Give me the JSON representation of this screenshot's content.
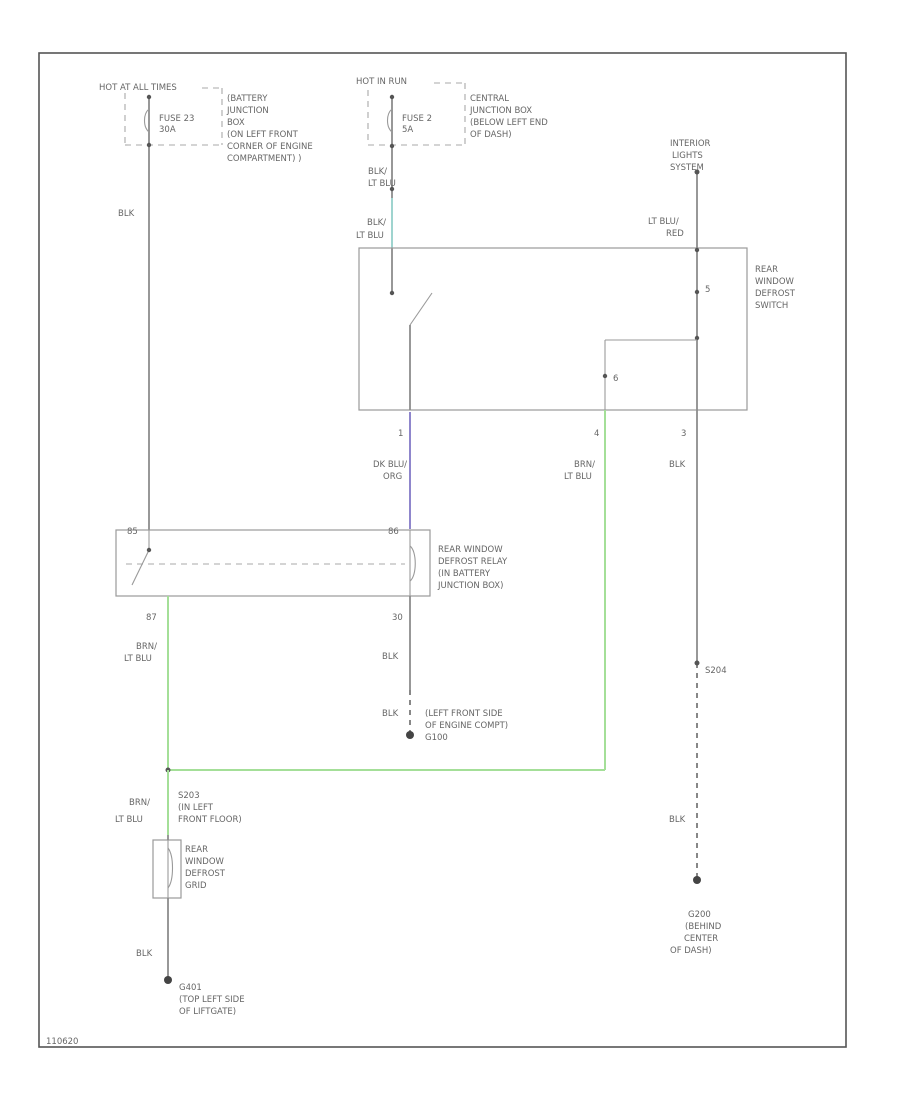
{
  "colors": {
    "frame": "#555555",
    "wire_default": "#8c8c8c",
    "wire_lt_blu": "#9fd4cf",
    "wire_dk_blu_org": "#8f86cc",
    "wire_brn_lt_blu": "#a4df98",
    "wire_blk": "#6e6e6e",
    "text": "#666666"
  },
  "labels": {
    "hot_at_all_times": "HOT AT ALL TIMES",
    "fuse_23": "FUSE 23",
    "fuse_23_amps": "30A",
    "battery_junction_box": "(BATTERY",
    "battery_junction_box_2": "JUNCTION",
    "battery_junction_box_3": "BOX",
    "battery_junction_box_4": "(ON LEFT FRONT",
    "battery_junction_box_5": "CORNER OF ENGINE",
    "battery_junction_box_6": "COMPARTMENT) )",
    "hot_in_run": "HOT IN RUN",
    "fuse_2": "FUSE 2",
    "fuse_2_amps": "5A",
    "central_junction_box": "CENTRAL",
    "central_junction_box_2": "JUNCTION BOX",
    "central_junction_box_3": "(BELOW LEFT END",
    "central_junction_box_4": "OF DASH)",
    "blk_lt_blu_a": "BLK/",
    "blk_lt_blu_b": "LT BLU",
    "blk_lt_blu_c": "BLK/",
    "blk_lt_blu_d": "LT BLU",
    "interior_lights": "INTERIOR",
    "interior_lights_2": "LIGHTS",
    "interior_lights_3": "SYSTEM",
    "lt_blu_red_a": "LT BLU/",
    "lt_blu_red_b": "RED",
    "rear_window_switch": "REAR",
    "rear_window_switch_2": "WINDOW",
    "rear_window_switch_3": "DEFROST",
    "rear_window_switch_4": "SWITCH",
    "pin_5": "5",
    "pin_6": "6",
    "pin_1": "1",
    "pin_4": "4",
    "pin_3": "3",
    "dk_blu_org_a": "DK BLU/",
    "dk_blu_org_b": "ORG",
    "brn_lt_blu_a": "BRN/",
    "brn_lt_blu_b": "LT BLU",
    "blk_right": "BLK",
    "blk_left": "BLK",
    "relay_label": "REAR WINDOW",
    "relay_label_2": "DEFROST RELAY",
    "relay_label_3": "(IN BATTERY",
    "relay_label_4": "JUNCTION BOX)",
    "pin_87": "87",
    "pin_85": "85",
    "pin_86": "86",
    "pin_30": "30",
    "blk_relay": "BLK",
    "brn_lt_blu_c": "BRN/",
    "brn_lt_blu_d": "LT BLU",
    "blk_ground": "BLK",
    "ground_left_front": "(LEFT FRONT SIDE",
    "ground_left_front_2": "OF ENGINE COMPT)",
    "ground_left_front_3": "G100",
    "s204": "S204",
    "s203": "S203",
    "s203_2": "(IN LEFT",
    "s203_3": "FRONT FLOOR)",
    "brn_lt_blu_e": "BRN/",
    "brn_lt_blu_f": "LT BLU",
    "defrost_grid": "REAR",
    "defrost_grid_2": "WINDOW",
    "defrost_grid_3": "DEFROST",
    "defrost_grid_4": "GRID",
    "blk_grid": "BLK",
    "blk_s204": "BLK",
    "g401": "G401",
    "g401_2": "(TOP LEFT SIDE",
    "g401_3": "OF LIFTGATE)",
    "g200": "G200",
    "g200_2": "(BEHIND",
    "g200_3": "CENTER",
    "g200_4": "OF DASH)",
    "page_code": "110620"
  }
}
